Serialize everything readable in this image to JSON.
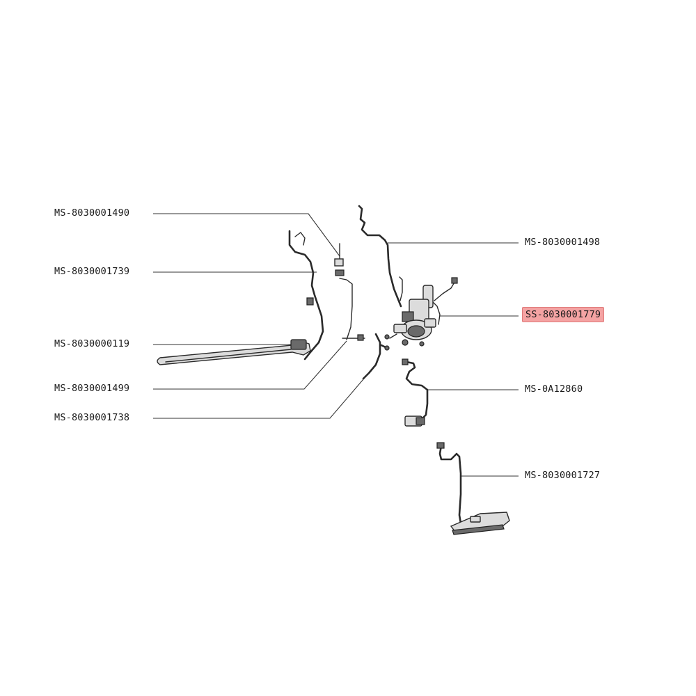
{
  "parts": [
    {
      "id": "p1490",
      "label": "MS-8030001490",
      "highlighted": false
    },
    {
      "id": "p1739",
      "label": "MS-8030001739",
      "highlighted": false
    },
    {
      "id": "p0119",
      "label": "MS-8030000119",
      "highlighted": false
    },
    {
      "id": "p1499",
      "label": "MS-8030001499",
      "highlighted": false
    },
    {
      "id": "p1738",
      "label": "MS-8030001738",
      "highlighted": false
    },
    {
      "id": "p1498",
      "label": "MS-8030001498",
      "highlighted": false
    },
    {
      "id": "p1779",
      "label": "SS-8030001779",
      "highlighted": true
    },
    {
      "id": "p2860",
      "label": "MS-0A12860",
      "highlighted": false
    },
    {
      "id": "p1727",
      "label": "MS-8030001727",
      "highlighted": false
    }
  ],
  "colors": {
    "highlight_fill": "#f4a3a3",
    "line": "#333333"
  }
}
